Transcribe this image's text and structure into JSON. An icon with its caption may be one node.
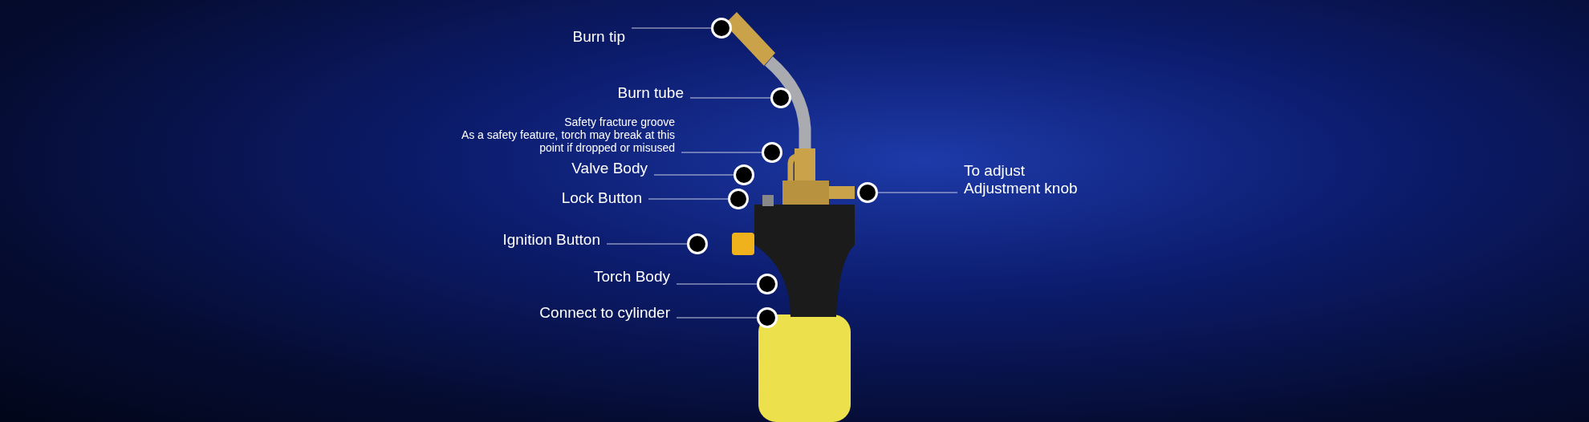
{
  "diagram": {
    "nodes": [
      {
        "text": [
          "Burn tip"
        ]
      },
      {
        "text": [
          "Burn tube"
        ]
      },
      {
        "text": [
          "Safety fracture groove",
          "As a safety feature, torch may break at this point if dropped or misused"
        ]
      },
      {
        "text": [
          "Valve Body"
        ]
      },
      {
        "text": [
          "To adjust Adjustment knob"
        ]
      },
      {
        "text": [
          "Lock Button"
        ]
      },
      {
        "text": [
          "Ignition Button"
        ]
      },
      {
        "text": [
          "Torch Body"
        ]
      },
      {
        "text": [
          "Connect to cylinder"
        ]
      },
      {
        "text": [],
        "shape": "circle"
      },
      {
        "text": [],
        "shape": "circle"
      },
      {
        "text": [],
        "shape": "circle"
      },
      {
        "text": [],
        "shape": "circle"
      },
      {
        "text": [],
        "shape": "circle"
      },
      {
        "text": [],
        "shape": "circle"
      },
      {
        "text": [],
        "shape": "circle"
      },
      {
        "text": [],
        "shape": "circle"
      },
      {
        "text": [],
        "shape": "circle"
      }
    ],
    "edges": [
      {
        "from": 0,
        "to": 9,
        "arrow": "none"
      },
      {
        "from": 1,
        "to": 10,
        "arrow": "none"
      },
      {
        "from": 2,
        "to": 11,
        "arrow": "none"
      },
      {
        "from": 3,
        "to": 12,
        "arrow": "none"
      },
      {
        "from": 4,
        "to": 13,
        "arrow": "none"
      },
      {
        "from": 5,
        "to": 14,
        "arrow": "none"
      },
      {
        "from": 6,
        "to": 15,
        "arrow": "none"
      },
      {
        "from": 7,
        "to": 16,
        "arrow": "none"
      },
      {
        "from": 8,
        "to": 17,
        "arrow": "none"
      }
    ]
  }
}
